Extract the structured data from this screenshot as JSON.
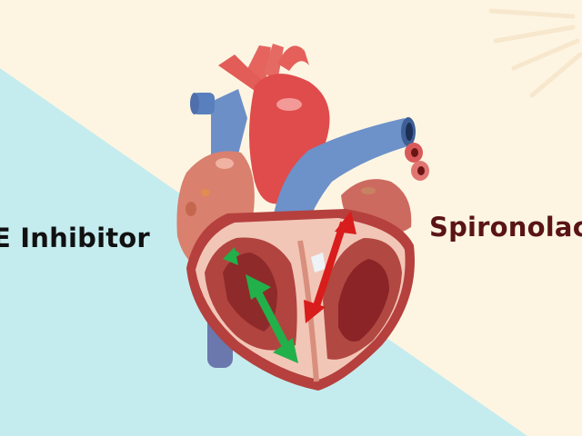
{
  "labels": {
    "left": "E Inhibitor",
    "right": "Spironolac"
  },
  "colors": {
    "background_cream": "#fdf5e2",
    "background_blue": "#c4ecee",
    "left_label_text": "#111111",
    "right_label_text": "#5a1414",
    "artery_red": "#e4555a",
    "vein_blue": "#5f86c4",
    "heart_muscle": "#d8776c",
    "chamber_interior": "#f4cfc0",
    "green_arrow": "#22b04a",
    "red_arrow": "#d91c1c"
  },
  "illustration": {
    "subject": "heart-cross-section",
    "arrows": [
      {
        "color": "green",
        "direction": "bidirectional",
        "location": "left-ventricle"
      },
      {
        "color": "green",
        "direction": "single",
        "location": "left-atrium"
      },
      {
        "color": "red",
        "direction": "bidirectional",
        "location": "septum-right"
      }
    ]
  }
}
